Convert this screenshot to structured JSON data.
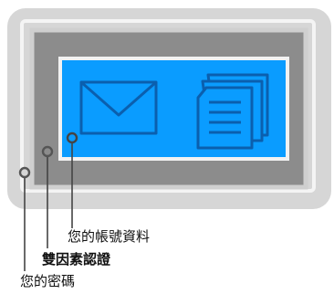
{
  "layers": [
    {
      "label": "您的密碼",
      "bold": false
    },
    {
      "label": "雙因素認證",
      "bold": true
    },
    {
      "label": "您的帳號資料",
      "bold": false
    }
  ],
  "icons": [
    "envelope-icon",
    "document-stack-icon"
  ],
  "colors": {
    "outer_layer": "#d6d6d6",
    "outer_inner_border": "#f4f4f4",
    "middle_layer": "#8c8c8c",
    "middle_border": "#cfcfcf",
    "inner_layer": "#0a9cff",
    "icon_stroke": "#0b5fae",
    "callout_line": "#444444"
  }
}
